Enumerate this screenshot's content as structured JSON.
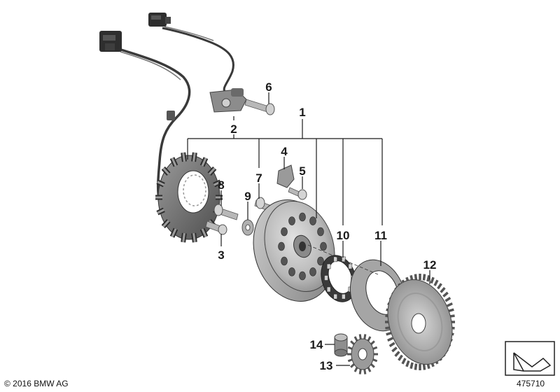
{
  "callouts": {
    "c1": "1",
    "c2": "2",
    "c3": "3",
    "c4": "4",
    "c5": "5",
    "c6": "6",
    "c7": "7",
    "c8": "8",
    "c9": "9",
    "c10": "10",
    "c11": "11",
    "c12": "12",
    "c13": "13",
    "c14": "14"
  },
  "footer": {
    "copyright": "© 2016 BMW AG",
    "document_number": "475710"
  },
  "colors": {
    "metal_light": "#d4d4d4",
    "metal_mid": "#a9a9a9",
    "metal_dark": "#6e6e6e",
    "cable": "#3a3a3a",
    "line": "#1a1a1a"
  },
  "icons": {
    "nav_arrow": "exploded-view-arrow-icon"
  }
}
